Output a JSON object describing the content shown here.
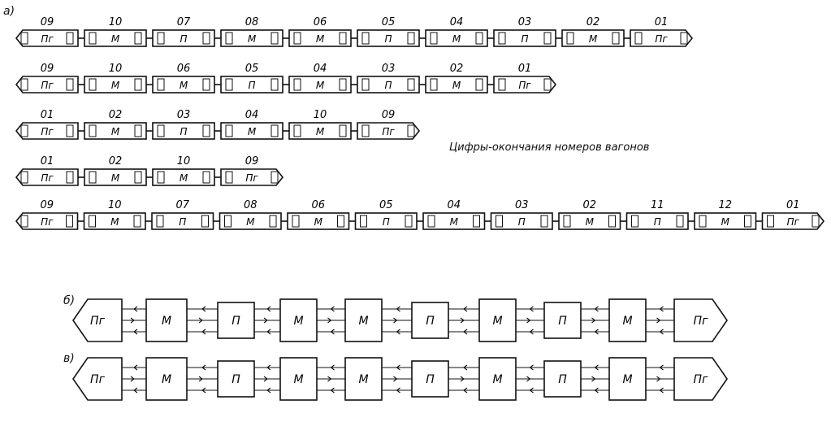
{
  "labels": {
    "a": "а)",
    "b": "б)",
    "v": "в)"
  },
  "note": "Цифры-окончания номеров вагонов",
  "trains_a": [
    [
      [
        "09",
        "Пг"
      ],
      [
        "10",
        "М"
      ],
      [
        "07",
        "П"
      ],
      [
        "08",
        "М"
      ],
      [
        "06",
        "М"
      ],
      [
        "05",
        "П"
      ],
      [
        "04",
        "М"
      ],
      [
        "03",
        "П"
      ],
      [
        "02",
        "М"
      ],
      [
        "01",
        "Пг"
      ]
    ],
    [
      [
        "09",
        "Пг"
      ],
      [
        "10",
        "М"
      ],
      [
        "06",
        "М"
      ],
      [
        "05",
        "П"
      ],
      [
        "04",
        "М"
      ],
      [
        "03",
        "П"
      ],
      [
        "02",
        "М"
      ],
      [
        "01",
        "Пг"
      ]
    ],
    [
      [
        "01",
        "Пг"
      ],
      [
        "02",
        "М"
      ],
      [
        "03",
        "П"
      ],
      [
        "04",
        "М"
      ],
      [
        "10",
        "М"
      ],
      [
        "09",
        "Пг"
      ]
    ],
    [
      [
        "01",
        "Пг"
      ],
      [
        "02",
        "М"
      ],
      [
        "10",
        "М"
      ],
      [
        "09",
        "Пг"
      ]
    ],
    [
      [
        "09",
        "Пг"
      ],
      [
        "10",
        "М"
      ],
      [
        "07",
        "П"
      ],
      [
        "08",
        "М"
      ],
      [
        "06",
        "М"
      ],
      [
        "05",
        "П"
      ],
      [
        "04",
        "М"
      ],
      [
        "03",
        "П"
      ],
      [
        "02",
        "М"
      ],
      [
        "11",
        "П"
      ],
      [
        "12",
        "М"
      ],
      [
        "01",
        "Пг"
      ]
    ]
  ],
  "schemes": [
    [
      "Пг",
      "М",
      "П",
      "М",
      "М",
      "П",
      "М",
      "П",
      "М",
      "Пг"
    ],
    [
      "Пг",
      "М",
      "П",
      "М",
      "М",
      "П",
      "М",
      "П",
      "М",
      "Пг"
    ]
  ]
}
